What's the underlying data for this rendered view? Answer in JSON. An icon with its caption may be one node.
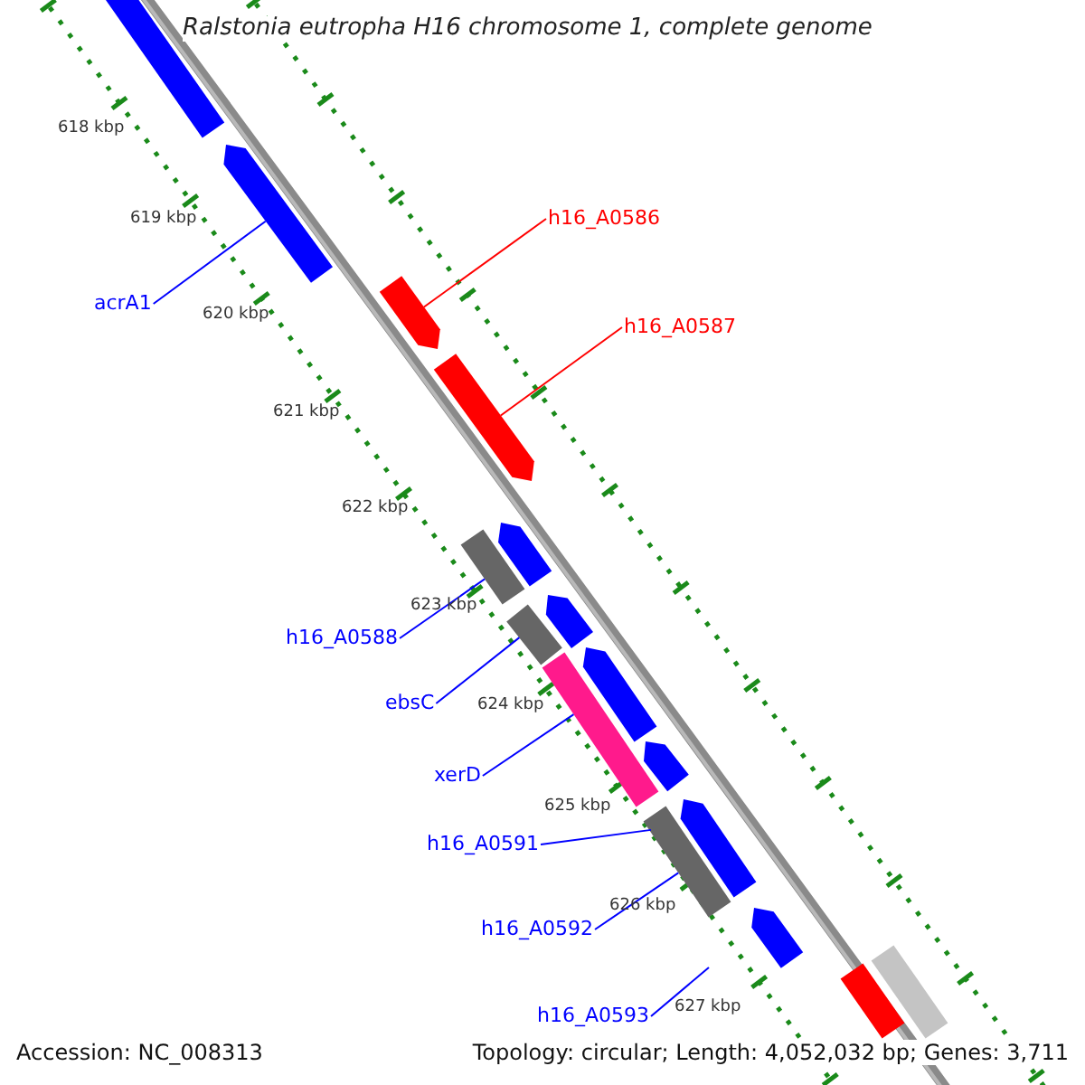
{
  "diagram": {
    "title": "Ralstonia eutropha H16 chromosome 1, complete genome",
    "nodes": [
      {
        "text": [],
        "shape": "arrow"
      },
      {
        "text": [],
        "shape": "arrow"
      },
      {
        "text": [
          "h16_A0586"
        ]
      },
      {
        "text": [],
        "shape": "arrow"
      },
      {
        "text": [
          "acrA1"
        ]
      },
      {
        "text": [
          "h16_A0587"
        ]
      },
      {
        "text": [],
        "shape": "arrow"
      },
      {
        "text": [],
        "shape": "arrow"
      },
      {
        "text": [],
        "shape": "bar"
      },
      {
        "text": [
          "h16_A0588"
        ]
      },
      {
        "text": [],
        "shape": "arrow"
      },
      {
        "text": [],
        "shape": "bar"
      },
      {
        "text": [
          "ebsC"
        ]
      },
      {
        "text": [],
        "shape": "arrow"
      },
      {
        "text": [],
        "shape": "bar"
      },
      {
        "text": [
          "xerD"
        ]
      },
      {
        "text": [],
        "shape": "arrow"
      },
      {
        "text": [],
        "shape": "arrow"
      },
      {
        "text": [],
        "shape": "bar"
      },
      {
        "text": [
          "h16_A0591"
        ]
      },
      {
        "text": [
          "h16_A0592"
        ]
      },
      {
        "text": [],
        "shape": "arrow"
      },
      {
        "text": [
          "h16_A0593"
        ]
      },
      {
        "text": [],
        "shape": "bar"
      },
      {
        "text": [],
        "shape": "bar"
      }
    ],
    "edges": [
      {
        "from": 4,
        "to": 1,
        "arrow": "none"
      },
      {
        "from": 2,
        "to": 3,
        "arrow": "none",
        "color": "#ff0000"
      },
      {
        "from": 5,
        "to": 6,
        "arrow": "none",
        "color": "#ff0000"
      },
      {
        "from": 9,
        "to": 8,
        "arrow": "none"
      },
      {
        "from": 12,
        "to": 11,
        "arrow": "none"
      },
      {
        "from": 15,
        "to": 14,
        "arrow": "none"
      },
      {
        "from": 19,
        "to": 18,
        "arrow": "none"
      },
      {
        "from": 20,
        "to": 18,
        "arrow": "none"
      },
      {
        "from": 22,
        "to": null,
        "arrow": "none"
      }
    ],
    "labels": [
      "618 kbp",
      "619 kbp",
      "620 kbp",
      "621 kbp",
      "622 kbp",
      "623 kbp",
      "624 kbp",
      "625 kbp",
      "626 kbp",
      "627 kbp",
      "Accession: NC_008313",
      "Topology: circular; Length: 4,052,032 bp; Genes: 3,711"
    ]
  }
}
